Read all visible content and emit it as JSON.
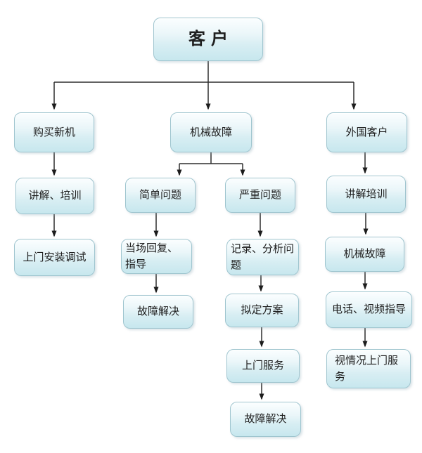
{
  "diagram": {
    "type": "flowchart",
    "background_color": "#ffffff",
    "node_style": {
      "fill_top": "#fbfeff",
      "fill_bottom": "#c7e7ee",
      "border_color": "#9fc5cf",
      "text_color": "#1f1f1f",
      "connector_color": "#2e2e2e"
    },
    "nodes": {
      "customer": {
        "label": "客户"
      },
      "buy_new": {
        "label": "购买新机"
      },
      "explain_train": {
        "label": "讲解、培训"
      },
      "onsite_install": {
        "label": "上门安装调试"
      },
      "mech_fault": {
        "label": "机械故障"
      },
      "simple_issue": {
        "label": "简单问题"
      },
      "onsite_reply": {
        "label": "当场回复、指导"
      },
      "fault_solved_1": {
        "label": "故障解决"
      },
      "severe_issue": {
        "label": "严重问题"
      },
      "record_analyze": {
        "label": "记录、分析问题"
      },
      "draft_plan": {
        "label": "拟定方案"
      },
      "onsite_service": {
        "label": "上门服务"
      },
      "fault_solved_2": {
        "label": "故障解决"
      },
      "foreign_customer": {
        "label": "外国客户"
      },
      "explain_train_2": {
        "label": "讲解培训"
      },
      "mech_fault_2": {
        "label": "机械故障"
      },
      "phone_video": {
        "label": "电话、视频指导"
      },
      "onsite_as_needed": {
        "label": "视情况上门服务"
      }
    },
    "edges": [
      {
        "from": "客户",
        "to": "购买新机"
      },
      {
        "from": "客户",
        "to": "机械故障"
      },
      {
        "from": "客户",
        "to": "外国客户"
      },
      {
        "from": "购买新机",
        "to": "讲解、培训"
      },
      {
        "from": "讲解、培训",
        "to": "上门安装调试"
      },
      {
        "from": "机械故障",
        "to": "简单问题"
      },
      {
        "from": "机械故障",
        "to": "严重问题"
      },
      {
        "from": "简单问题",
        "to": "当场回复、指导"
      },
      {
        "from": "当场回复、指导",
        "to": "故障解决"
      },
      {
        "from": "严重问题",
        "to": "记录、分析问题"
      },
      {
        "from": "记录、分析问题",
        "to": "拟定方案"
      },
      {
        "from": "拟定方案",
        "to": "上门服务"
      },
      {
        "from": "上门服务",
        "to": "故障解决"
      },
      {
        "from": "外国客户",
        "to": "讲解培训"
      },
      {
        "from": "讲解培训",
        "to": "机械故障"
      },
      {
        "from": "机械故障(外国客户)",
        "to": "电话、视频指导"
      },
      {
        "from": "电话、视频指导",
        "to": "视情况上门服务"
      }
    ]
  }
}
